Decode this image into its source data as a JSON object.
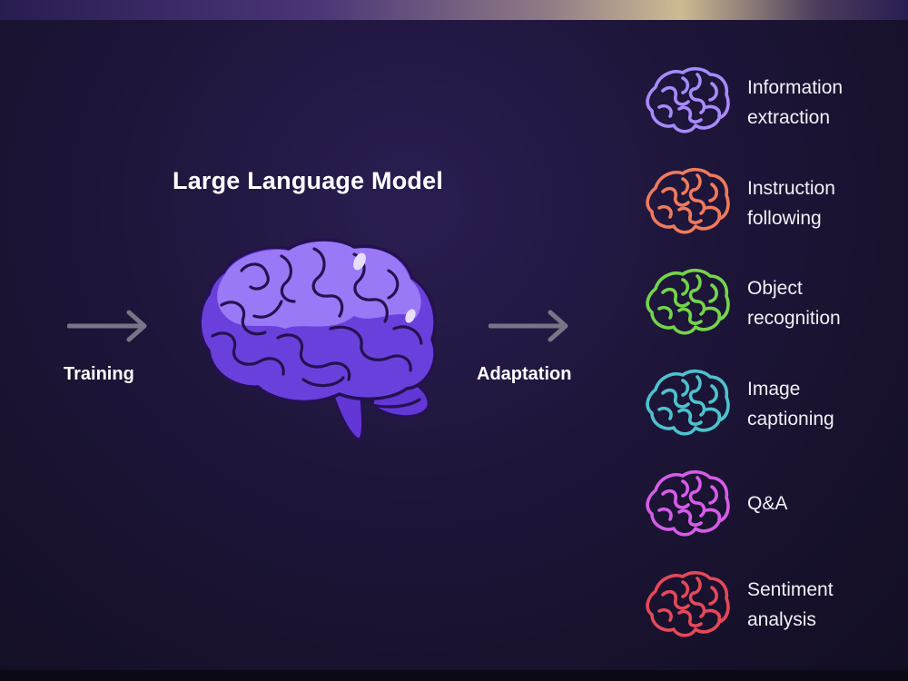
{
  "title": "Large Language Model",
  "flow": {
    "training_label": "Training",
    "adaptation_label": "Adaptation"
  },
  "applications": [
    {
      "label": "Information\nextraction",
      "color": "#a78bfa",
      "icon": "brain-outline-icon"
    },
    {
      "label": "Instruction\nfollowing",
      "color": "#f07a5c",
      "icon": "brain-outline-icon"
    },
    {
      "label": "Object\nrecognition",
      "color": "#74d54a",
      "icon": "brain-outline-icon"
    },
    {
      "label": "Image\ncaptioning",
      "color": "#4cc3cf",
      "icon": "brain-outline-icon"
    },
    {
      "label": "Q&A",
      "color": "#d65ce8",
      "icon": "brain-outline-icon"
    },
    {
      "label": "Sentiment\nanalysis",
      "color": "#e5485a",
      "icon": "brain-outline-icon"
    }
  ],
  "colors": {
    "brain_light": "#8b67f0",
    "brain_dark": "#6237d6",
    "brain_outline": "#24124f",
    "arrow": "#7a7487"
  }
}
